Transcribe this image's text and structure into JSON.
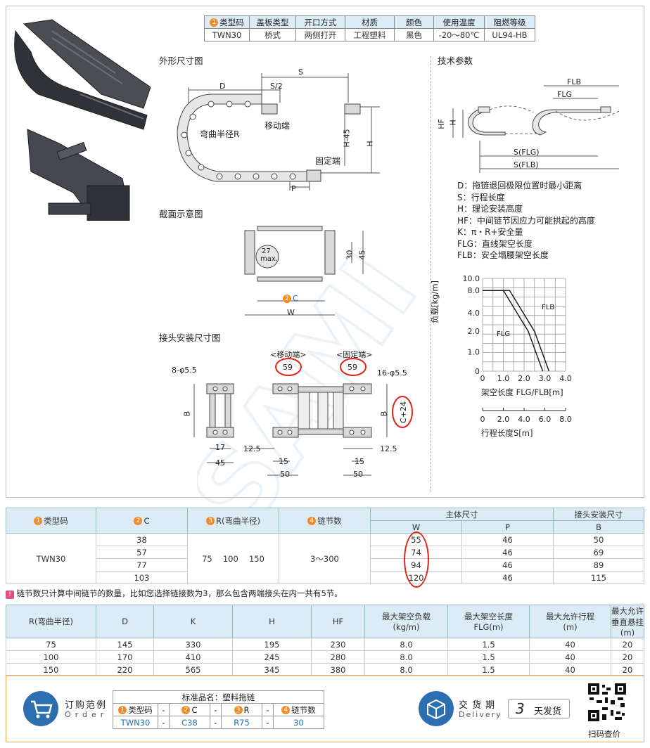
{
  "spec_table": {
    "headers": [
      "类型码",
      "盖板类型",
      "开口方式",
      "材质",
      "颜色",
      "使用温度",
      "阻燃等级"
    ],
    "header_badge": "1",
    "row": [
      "TWN30",
      "桥式",
      "两侧打开",
      "工程塑料",
      "黑色",
      "-20～80℃",
      "UL94-HB"
    ]
  },
  "sections": {
    "outline": "外形尺寸图",
    "tech": "技术参数",
    "cross": "截面示意图",
    "joint": "接头安装尺寸图"
  },
  "outline_labels": {
    "S": "S",
    "D": "D",
    "S2": "S/2",
    "H45": "H-45",
    "H": "H",
    "P": "P",
    "bend": "弯曲半径R",
    "moving": "移动端",
    "fixed": "固定端"
  },
  "tech_labels": {
    "FLB": "FLB",
    "FLG": "FLG",
    "HF": "HF",
    "H": "H",
    "S_FLG": "S(FLG)",
    "S_FLB": "S(FLB)"
  },
  "params": [
    "D：拖链退回极限位置时最小距离",
    "S：行程长度",
    "H：理论安装高度",
    "HF：中间链节因应力可能拱起的高度",
    "K：π・R+安全量",
    "FLG：直线架空长度",
    "FLB：安全塌腰架空长度"
  ],
  "cross_labels": {
    "max_dia": "27",
    "max": "max.",
    "h30": "30",
    "h45": "45",
    "C": "C",
    "C_badge": "2",
    "W": "W"
  },
  "joint_labels": {
    "moving_end": "<移动端>",
    "fixed_end": "<固定端>",
    "v59a": "59",
    "v59b": "59",
    "holes8": "8-φ5.5",
    "holes16": "16-φ5.5",
    "B1": "B",
    "B2": "B",
    "C24": "C+24",
    "d17": "17",
    "d45": "45",
    "d12_5a": "12.5",
    "d15a": "15",
    "d50a": "50",
    "d12_5b": "12.5",
    "d15b": "15",
    "d50b": "50"
  },
  "chart_data": {
    "type": "line",
    "ylabel": "负载[kg/m]",
    "xlabel": "架空长度 FLG/FLB[m]",
    "xlabel2": "行程长度S[m]",
    "y_ticks": [
      "10.0",
      "8.0",
      "4.0",
      "2.0",
      "1.0",
      "0"
    ],
    "x_ticks": [
      "0",
      "1.0",
      "2.0",
      "3.0",
      "4.0"
    ],
    "x2_ticks": [
      "0",
      "2.0",
      "4.0",
      "6.0",
      "8.0"
    ],
    "series": [
      {
        "name": "FLB",
        "points": [
          [
            0,
            8.0
          ],
          [
            1.3,
            8.0
          ],
          [
            2.5,
            2.0
          ],
          [
            3.2,
            0
          ]
        ]
      },
      {
        "name": "FLG",
        "points": [
          [
            0,
            8.0
          ],
          [
            1.0,
            8.0
          ],
          [
            2.2,
            2.0
          ],
          [
            2.9,
            0
          ]
        ]
      }
    ]
  },
  "main_table": {
    "headers_top": [
      "类型码",
      "C",
      "R(弯曲半径)",
      "链节数",
      "主体尺寸",
      "接头安装尺寸"
    ],
    "badges": [
      "1",
      "2",
      "3",
      "4"
    ],
    "headers_sub": [
      "W",
      "P",
      "B"
    ],
    "type_code": "TWN30",
    "R_values": "75　 100　 150",
    "links": "3～300",
    "rows": [
      {
        "C": "38",
        "W": "55",
        "P": "46",
        "B": "50"
      },
      {
        "C": "57",
        "W": "74",
        "P": "46",
        "B": "69"
      },
      {
        "C": "77",
        "W": "94",
        "P": "46",
        "B": "89"
      },
      {
        "C": "103",
        "W": "120",
        "P": "46",
        "B": "115"
      }
    ]
  },
  "note": "链节数只计算中间链节的数量，比如您选择链接数为3，那么包含两端接头在内一共有5节。",
  "second_table": {
    "headers": [
      "R(弯曲半径)",
      "D",
      "K",
      "H",
      "HF",
      "最大架空负载",
      "最大架空长度",
      "最大允许行程",
      "最大允许垂直悬挂"
    ],
    "subheaders": [
      "",
      "",
      "",
      "",
      "",
      "(kg/m)",
      "FLG(m)",
      "(m)",
      "(m)"
    ],
    "rows": [
      [
        "75",
        "145",
        "330",
        "195",
        "230",
        "8.0",
        "1.5",
        "40",
        "20"
      ],
      [
        "100",
        "170",
        "410",
        "245",
        "280",
        "8.0",
        "1.5",
        "40",
        "20"
      ],
      [
        "150",
        "220",
        "565",
        "345",
        "380",
        "8.0",
        "1.5",
        "40",
        "20"
      ]
    ]
  },
  "order": {
    "title_cn": "订购范例",
    "title_en": "Order",
    "std_label": "标准品名：塑料拖链",
    "headers": [
      "类型码",
      "C",
      "R",
      "链节数"
    ],
    "values": [
      "TWN30",
      "C38",
      "R75",
      "30"
    ],
    "dash": "-",
    "delivery_cn": "交货期",
    "delivery_en": "Delivery",
    "delivery_days": "3",
    "delivery_unit": "天发货",
    "qr_label": "扫码查价"
  }
}
